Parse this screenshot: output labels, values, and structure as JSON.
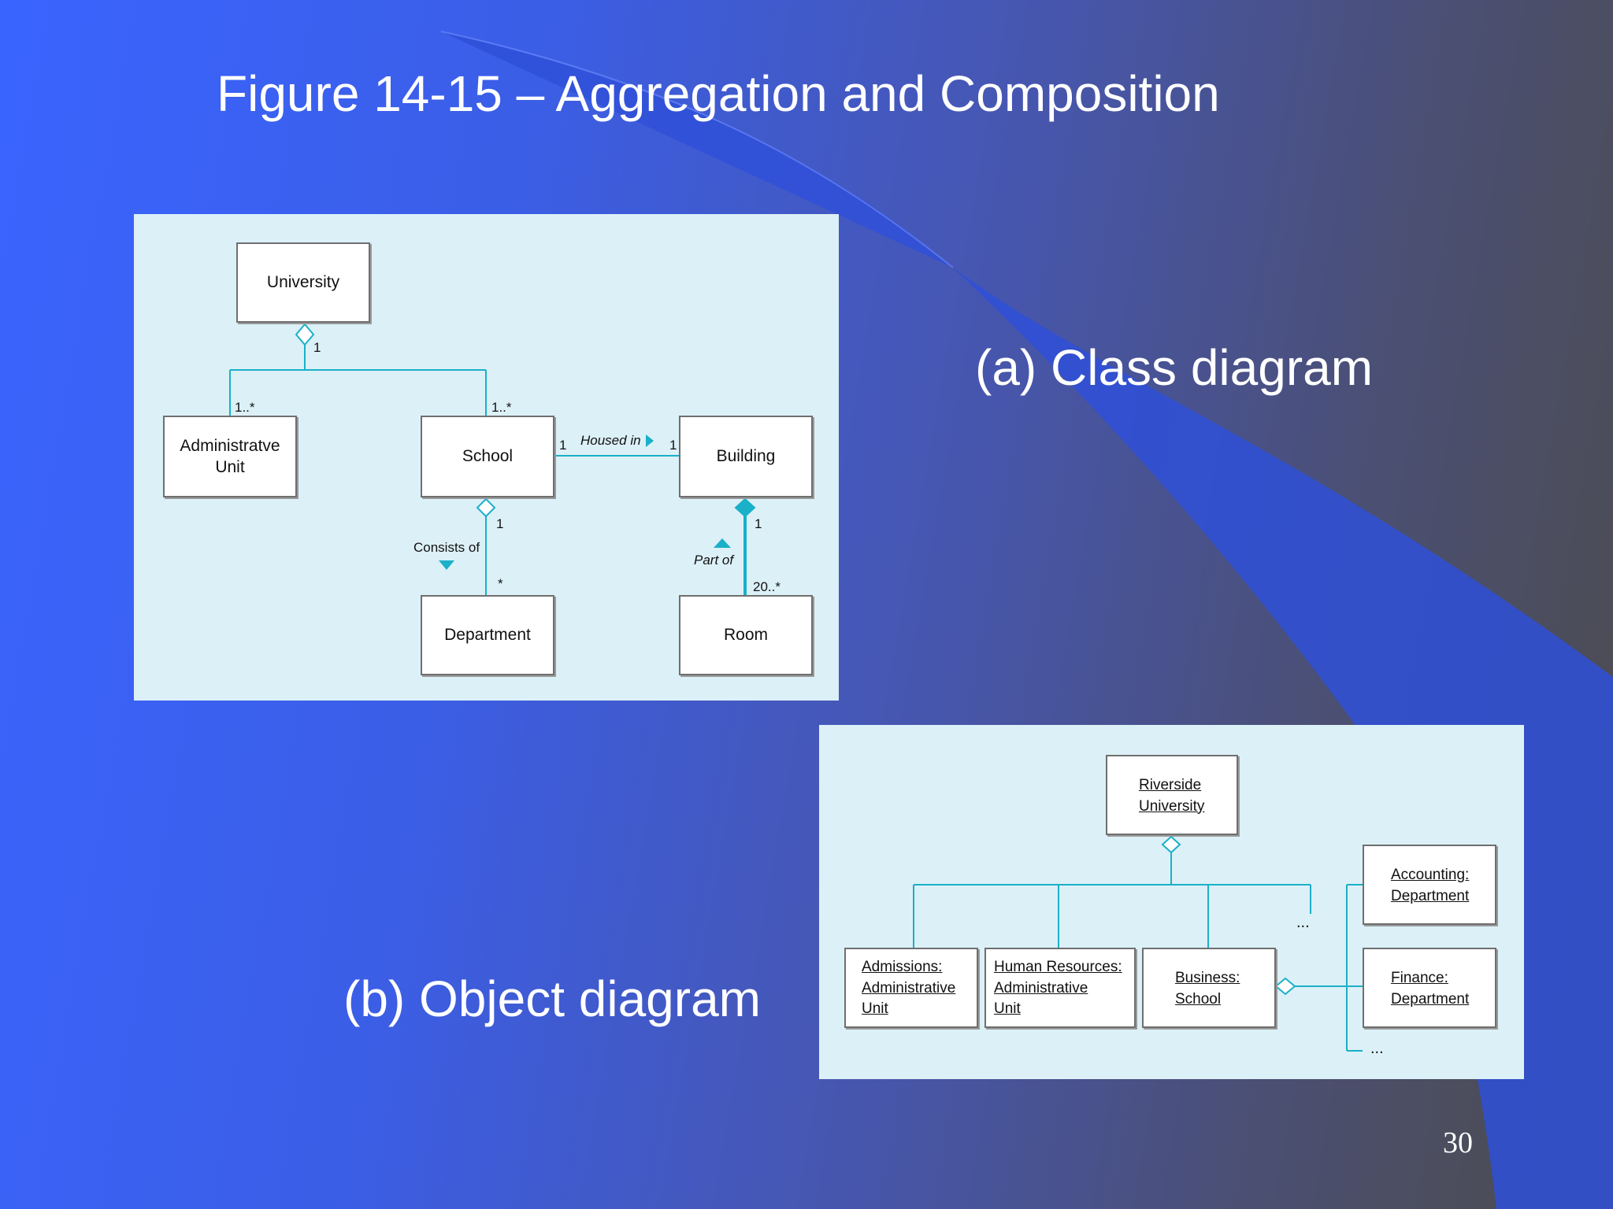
{
  "slide": {
    "title": "Figure 14-15 – Aggregation and Composition",
    "caption_a": "(a) Class diagram",
    "caption_b": "(b) Object diagram",
    "page_number": "30"
  },
  "class_diagram": {
    "classes": {
      "university": "University",
      "administrative_unit": "Administratve\nUnit",
      "school": "School",
      "building": "Building",
      "department": "Department",
      "room": "Room"
    },
    "multiplicities": {
      "university_side": "1",
      "admin_side": "1..*",
      "school_side": "1..*",
      "school_housed": "1",
      "building_housed": "1",
      "school_consists": "1",
      "department_side": "*",
      "building_part": "1",
      "room_side": "20..*"
    },
    "associations": {
      "housed_in": "Housed in",
      "consists_of": "Consists of",
      "part_of": "Part of"
    }
  },
  "object_diagram": {
    "objects": {
      "riverside": "Riverside\nUniversity",
      "admissions": "Admissions:\nAdministrative\nUnit",
      "human_resources": "Human Resources:\nAdministrative\nUnit",
      "business_school": "Business:\nSchool",
      "accounting": "Accounting:\nDepartment",
      "finance": "Finance:\nDepartment"
    },
    "ellipsis_right": "...",
    "ellipsis_bottom": "..."
  },
  "colors": {
    "connector": "#1ab0c8",
    "panel": "#dcf0f7"
  }
}
